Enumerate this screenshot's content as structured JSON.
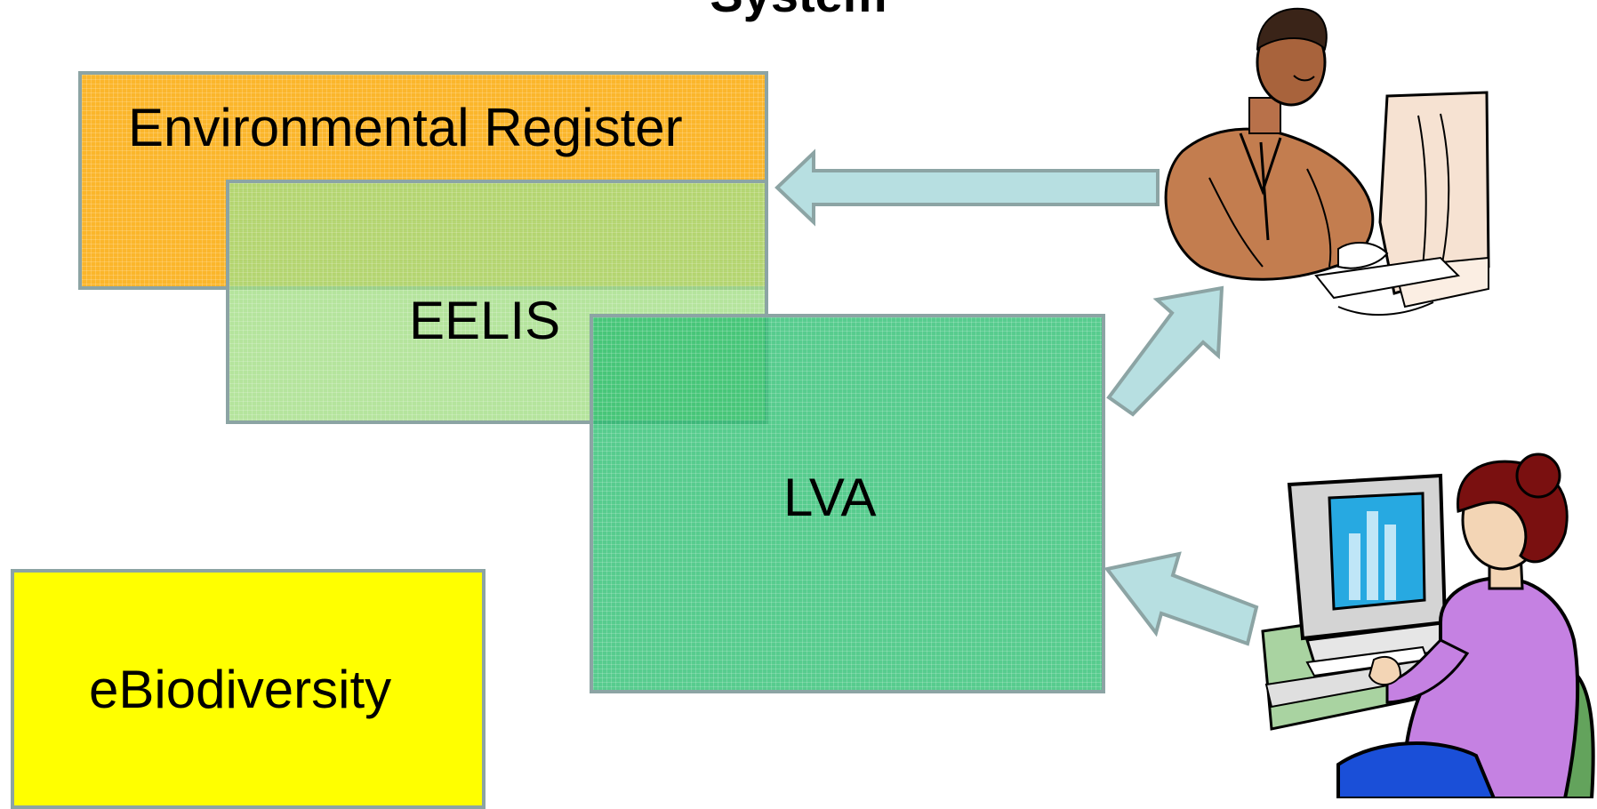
{
  "title": "System",
  "boxes": {
    "environmental_register": "Environmental Register",
    "eelis": "EELIS",
    "lva": "LVA",
    "ebiodiversity": "eBiodiversity"
  },
  "colors": {
    "environmental_register": "#fbb62b",
    "eelis": "#a0dd82",
    "lva": "#28be6e",
    "ebiodiversity": "#ffff00",
    "arrow_fill": "#b7dfe1",
    "arrow_stroke": "#8ca4a4",
    "box_border": "#8ca4a4"
  },
  "icons": {
    "man": "man-at-computer-icon",
    "woman": "woman-at-computer-icon"
  }
}
